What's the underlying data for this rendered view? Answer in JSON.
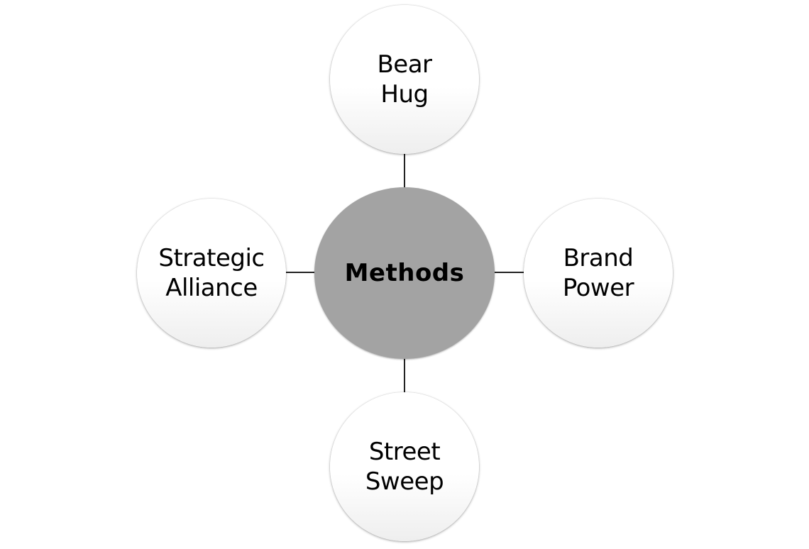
{
  "diagram": {
    "center": {
      "label": "Methods",
      "color": "#a3a3a3"
    },
    "nodes": [
      {
        "id": "top",
        "lines": [
          "Bear",
          "Hug"
        ]
      },
      {
        "id": "right",
        "lines": [
          "Brand",
          "Power"
        ]
      },
      {
        "id": "bottom",
        "lines": [
          "Street",
          "Sweep"
        ]
      },
      {
        "id": "left",
        "lines": [
          "Strategic",
          "Alliance"
        ]
      }
    ],
    "node_fill": "#ffffff",
    "connector_color": "#222222"
  }
}
